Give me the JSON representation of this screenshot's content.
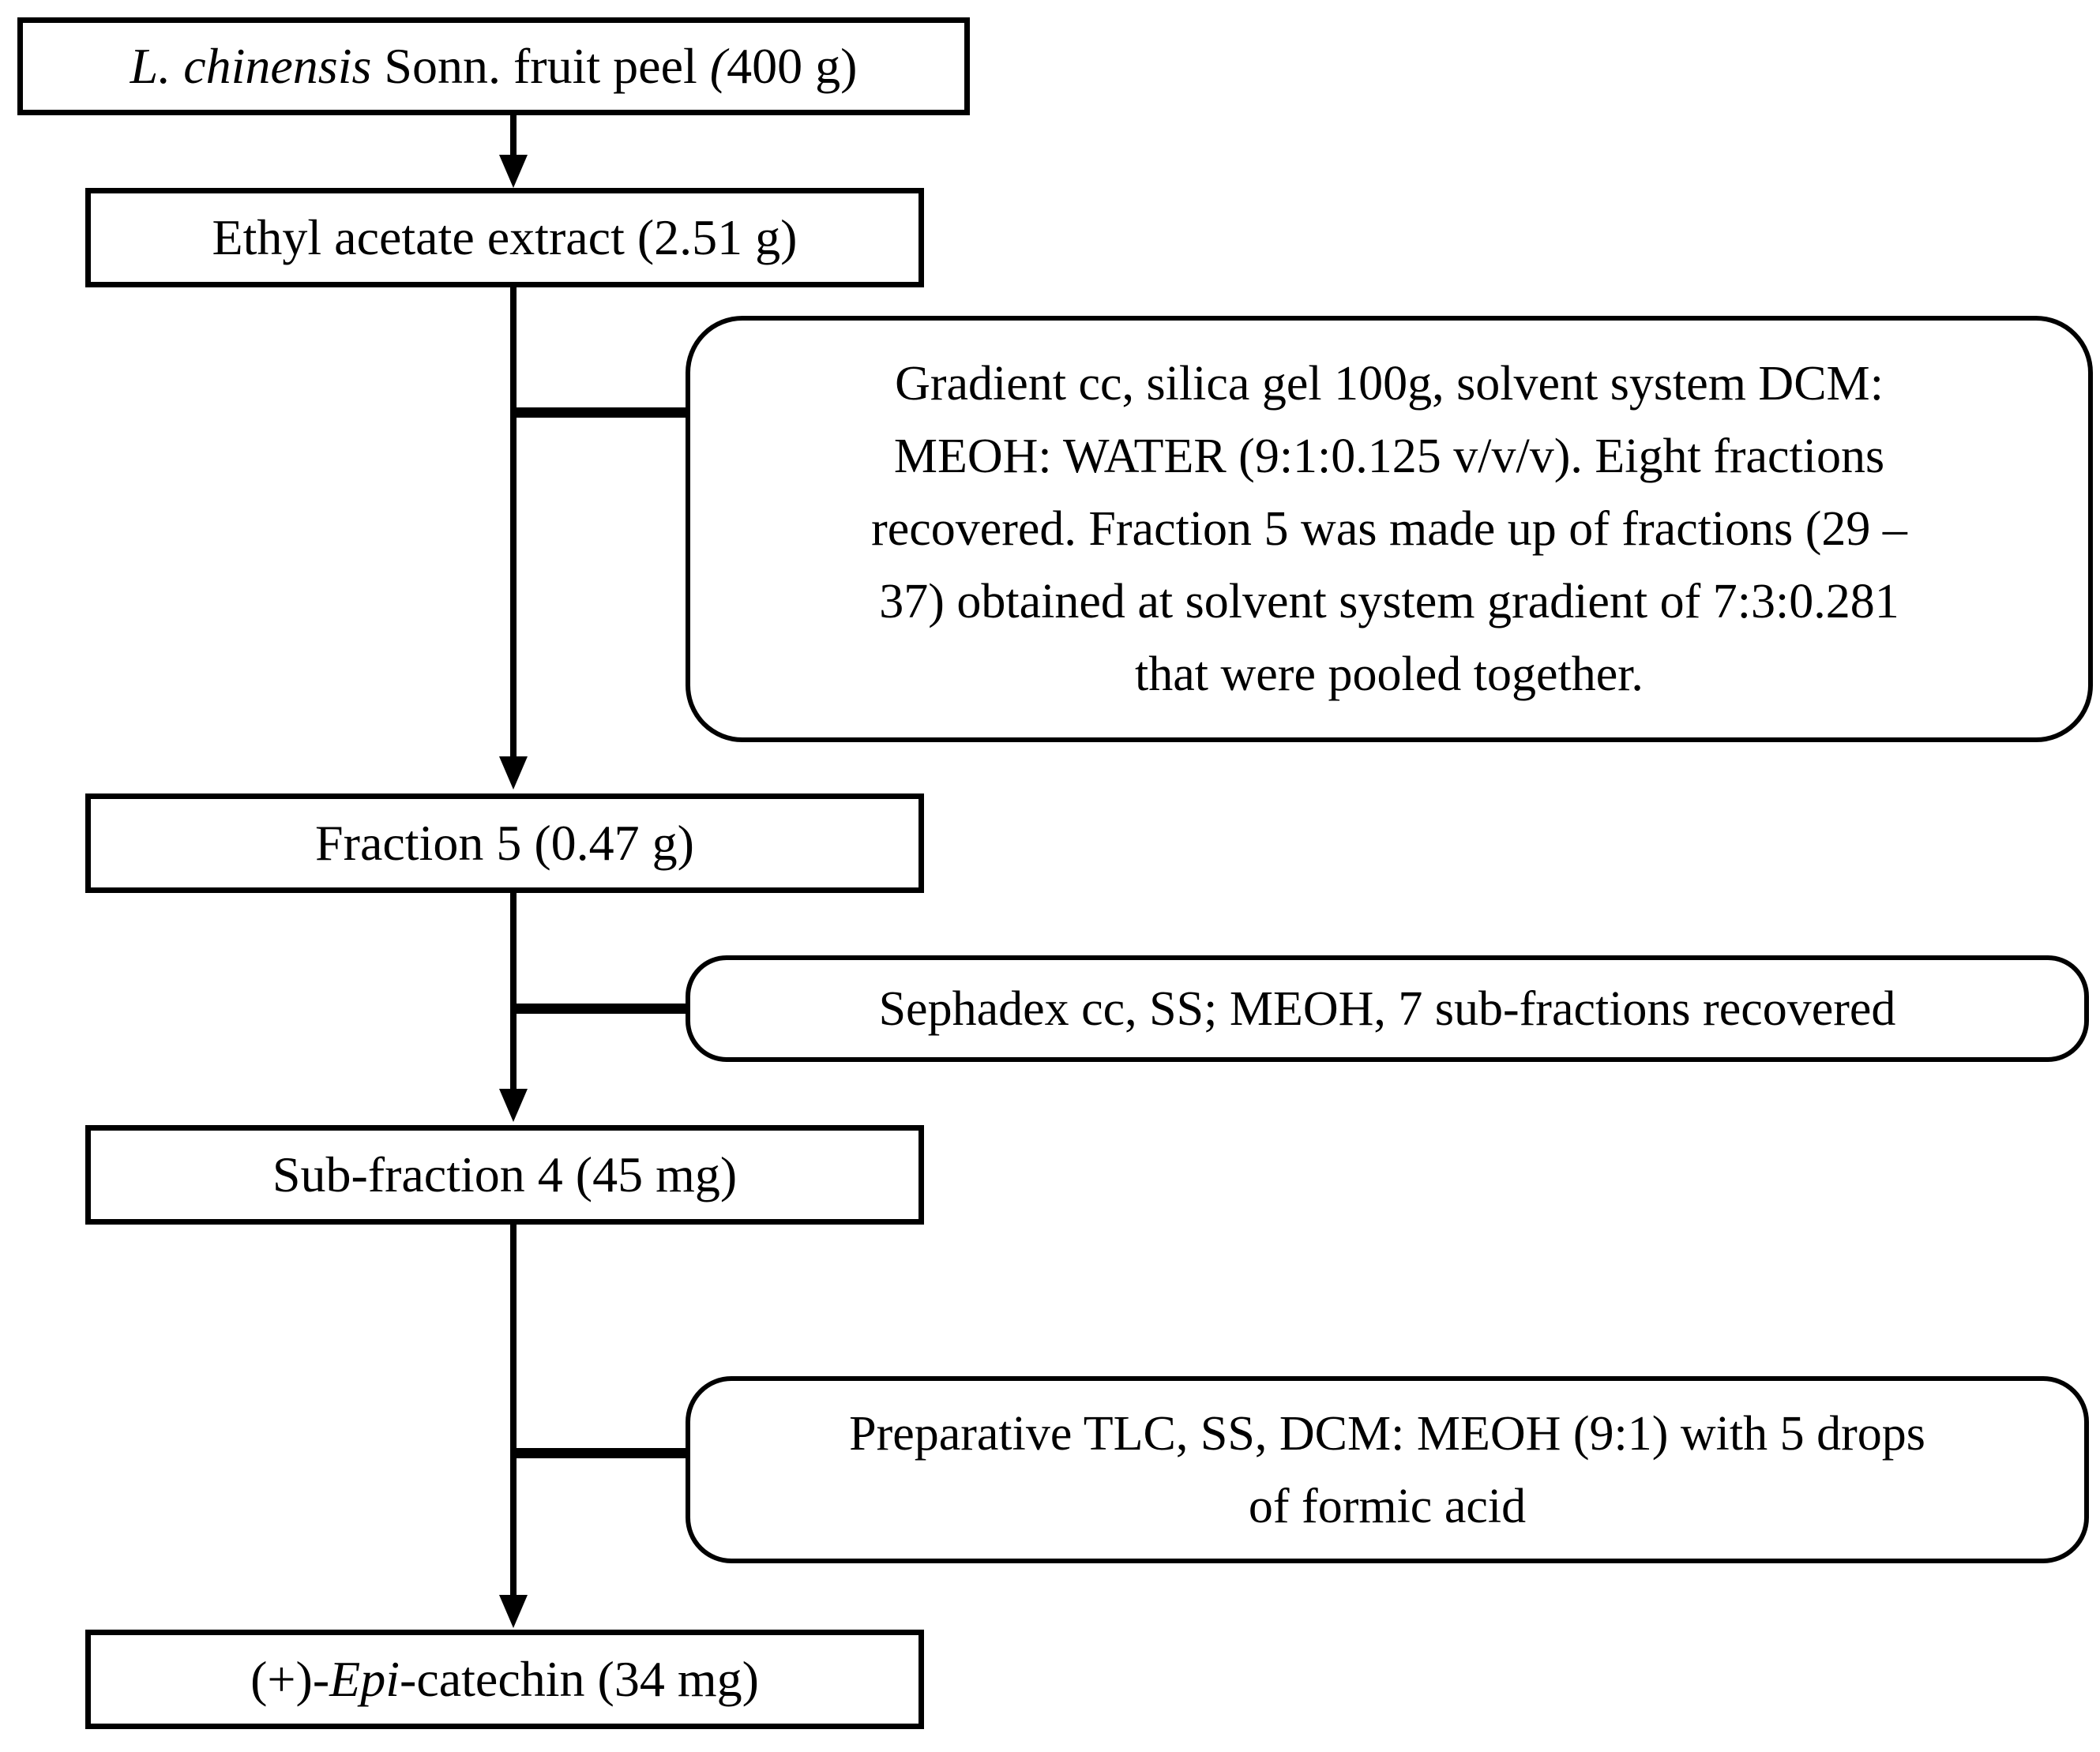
{
  "diagram": {
    "type": "flowchart",
    "background_color": "#ffffff",
    "line_color": "#000000",
    "text_color": "#000000",
    "nodes": {
      "source": {
        "segments": [
          {
            "t": "L. chinensis",
            "italic": true
          },
          {
            "t": " Sonn. fruit peel ",
            "italic": false
          },
          {
            "t": "(",
            "italic": true
          },
          {
            "t": "400 g)",
            "italic": false
          }
        ]
      },
      "extract": {
        "text": "Ethyl acetate extract (2.51 g)"
      },
      "fraction5": {
        "text": "Fraction 5 (0.47 g)"
      },
      "subfraction4": {
        "text": "Sub-fraction 4 (45 mg)"
      },
      "product": {
        "segments": [
          {
            "t": "(+)-",
            "italic": false
          },
          {
            "t": "Epi",
            "italic": true
          },
          {
            "t": "-catechin (34 mg)",
            "italic": false
          }
        ]
      }
    },
    "processes": {
      "gradient_cc": {
        "lines": [
          "Gradient cc, silica gel 100g, solvent system DCM:",
          "MEOH: WATER (9:1:0.125 v/v/v). Eight fractions",
          "recovered. Fraction 5 was made up of fractions (29 –",
          "37) obtained at solvent system gradient of 7:3:0.281",
          "that were pooled together."
        ]
      },
      "sephadex_cc": {
        "lines": [
          "Sephadex cc, SS; MEOH, 7 sub-fractions recovered"
        ]
      },
      "prep_tlc": {
        "lines": [
          "Preparative TLC, SS, DCM: MEOH (9:1) with 5 drops",
          "of formic acid"
        ]
      }
    }
  }
}
